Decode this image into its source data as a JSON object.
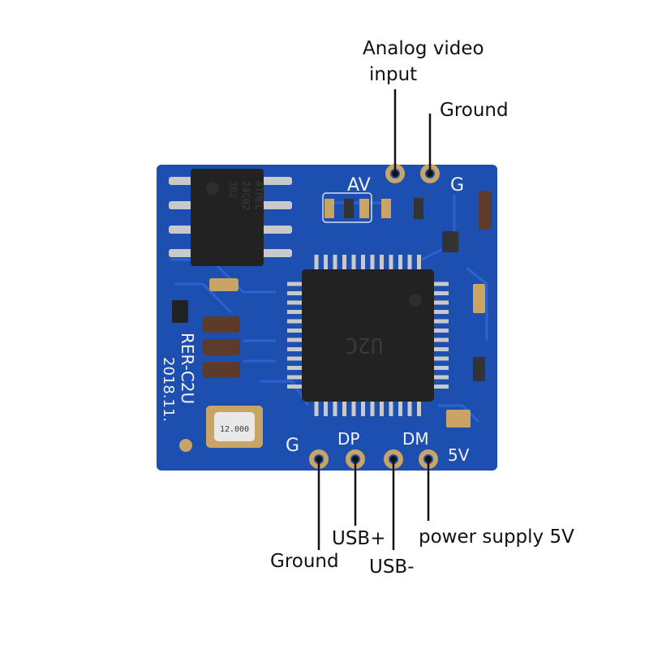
{
  "callouts": {
    "analog_video_line1": "Analog video",
    "analog_video_line2": "input",
    "ground_top": "Ground",
    "ground_bottom": "Ground",
    "usb_plus": "USB+",
    "usb_minus": "USB-",
    "power_supply": "power supply 5V"
  },
  "board": {
    "pin_av": "AV",
    "pin_g_top": "G",
    "pin_g_bottom": "G",
    "pin_dp": "DP",
    "pin_dm": "DM",
    "pin_5v": "5V",
    "model": "RER-C2U",
    "date": "2018.11.",
    "crystal_freq": "12.000",
    "main_chip_mark": "U2C",
    "eeprom_mark_1": "ATMEL",
    "eeprom_mark_2": "24C02",
    "eeprom_mark_3": "3B2"
  },
  "colors": {
    "pcb": "#1d4fb0",
    "trace": "#2d63cf",
    "chip": "#222222",
    "pad": "#c8a564",
    "silk": "#f2f2f2"
  }
}
